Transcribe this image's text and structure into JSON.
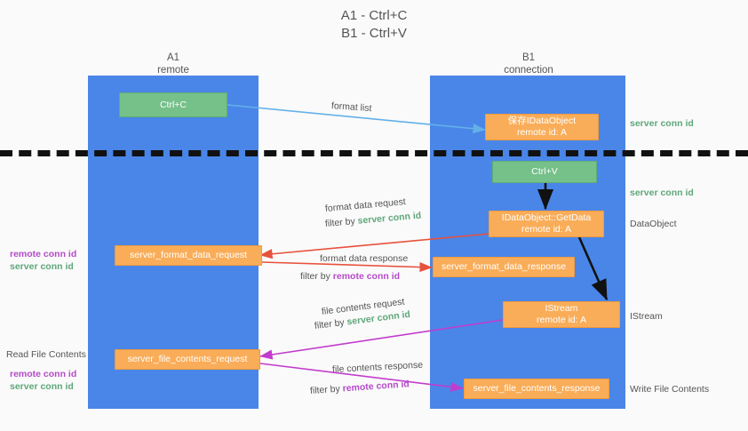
{
  "title": {
    "line1": "A1 - Ctrl+C",
    "line2": "B1 - Ctrl+V"
  },
  "columns": [
    {
      "name": "A1",
      "sub": "remote"
    },
    {
      "name": "B1",
      "sub": "connection"
    }
  ],
  "nodes": {
    "ctrl_c": {
      "label": "Ctrl+C"
    },
    "ctrl_v": {
      "label": "Ctrl+V"
    },
    "idataobject": {
      "line1": "保存IDataObject",
      "line2": "remote id: A"
    },
    "getdata": {
      "line1": "IDataObject::GetData",
      "line2": "remote id: A"
    },
    "istream": {
      "line1": "IStream",
      "line2": "remote id: A"
    },
    "fmt_req": {
      "label": "server_format_data_request"
    },
    "fmt_resp": {
      "label": "server_format_data_response"
    },
    "file_req": {
      "label": "server_file_contents_request"
    },
    "file_resp": {
      "label": "server_file_contents_response"
    }
  },
  "edge_labels": {
    "format_list": "format list",
    "fmt_data_req": "format data request",
    "fmt_data_req_filter_pre": "filter by ",
    "fmt_data_req_filter_key": "server conn id",
    "fmt_data_resp": "format data response",
    "fmt_data_resp_filter_pre": "filter by ",
    "fmt_data_resp_filter_key": "remote conn id",
    "file_req": "file contents request",
    "file_req_filter_pre": "filter by ",
    "file_req_filter_key": "server conn id",
    "file_resp": "file contents response",
    "file_resp_filter_pre": "filter by ",
    "file_resp_filter_key": "remote conn id"
  },
  "right_annotations": [
    {
      "text": "server conn id",
      "style": "green"
    },
    {
      "text": "server conn id",
      "style": "green"
    },
    {
      "text": "DataObject",
      "style": "grey"
    },
    {
      "text": "IStream",
      "style": "grey"
    },
    {
      "text": "Write File Contents",
      "style": "grey"
    }
  ],
  "left_annotations": [
    {
      "text": "remote conn id",
      "style": "purple"
    },
    {
      "text": "server conn id",
      "style": "green"
    },
    {
      "text": "Read File Contents",
      "style": "grey"
    },
    {
      "text": "remote conn id",
      "style": "purple"
    },
    {
      "text": "server conn id",
      "style": "green"
    }
  ],
  "colors": {
    "lane": "#4a86e8",
    "green_node": "#76c08a",
    "orange_node": "#f9ad59",
    "red_edge": "#e8513c",
    "magenta_edge": "#c23ccd",
    "blue_edge": "#63b0e8",
    "black_edge": "#111111",
    "green_text": "#5ea77a",
    "purple_text": "#b44bc9",
    "background": "#fafafa"
  }
}
